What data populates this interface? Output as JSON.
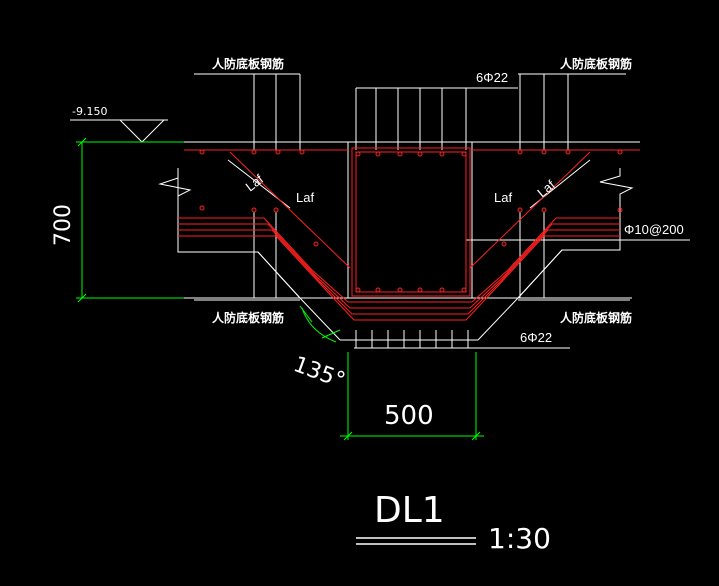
{
  "labels": {
    "slab_rebar_top_left": "人防底板钢筋",
    "slab_rebar_top_right": "人防底板钢筋",
    "slab_rebar_bottom_left": "人防底板钢筋",
    "slab_rebar_bottom_right": "人防底板钢筋",
    "top_bars": "6Φ22",
    "bottom_bars": "6Φ22",
    "stirrup": "Φ10@200",
    "laf_1": "Laf",
    "laf_2": "Laf",
    "laf_3": "Laf",
    "laf_4": "Laf",
    "hook_angle": "135°"
  },
  "dimensions": {
    "elevation": "-9.150",
    "depth": "700",
    "width": "500"
  },
  "title": {
    "name": "DL1",
    "scale": "1:30"
  },
  "colors": {
    "background": "#000000",
    "outline": "#ffffff",
    "rebar": "#ff2020",
    "dimension": "#00ff00"
  }
}
